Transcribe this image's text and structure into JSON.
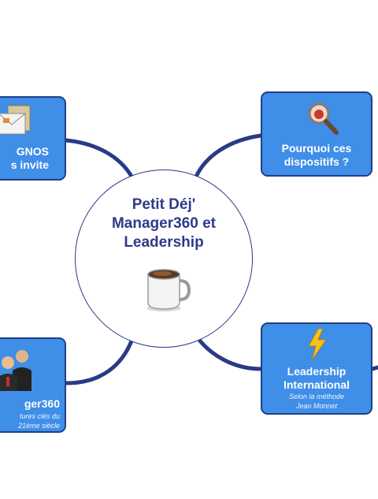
{
  "center": {
    "title": "Petit Déj'\nManager360 et\nLeadership"
  },
  "nodes": {
    "invite": {
      "title": "GNOS\ns invite"
    },
    "pourquoi": {
      "title": "Pourquoi ces\ndispositifs ?"
    },
    "manager": {
      "title": "ger360",
      "subtitle": "tures clés du\n21ème siècle"
    },
    "leadership": {
      "title": "Leadership\nInternational",
      "subtitle": "Selon la méthode\nJean Monnet"
    }
  },
  "icons": {
    "invite": "envelope-icon",
    "pourquoi": "magnifier-icon",
    "manager": "people-icon",
    "leadership": "lightning-icon",
    "center": "coffee-mug-icon"
  },
  "colors": {
    "node_fill": "#3f8ee8",
    "node_border": "#1f3f8a",
    "connector": "#2b3a86",
    "title_text": "#2e3a8a"
  }
}
